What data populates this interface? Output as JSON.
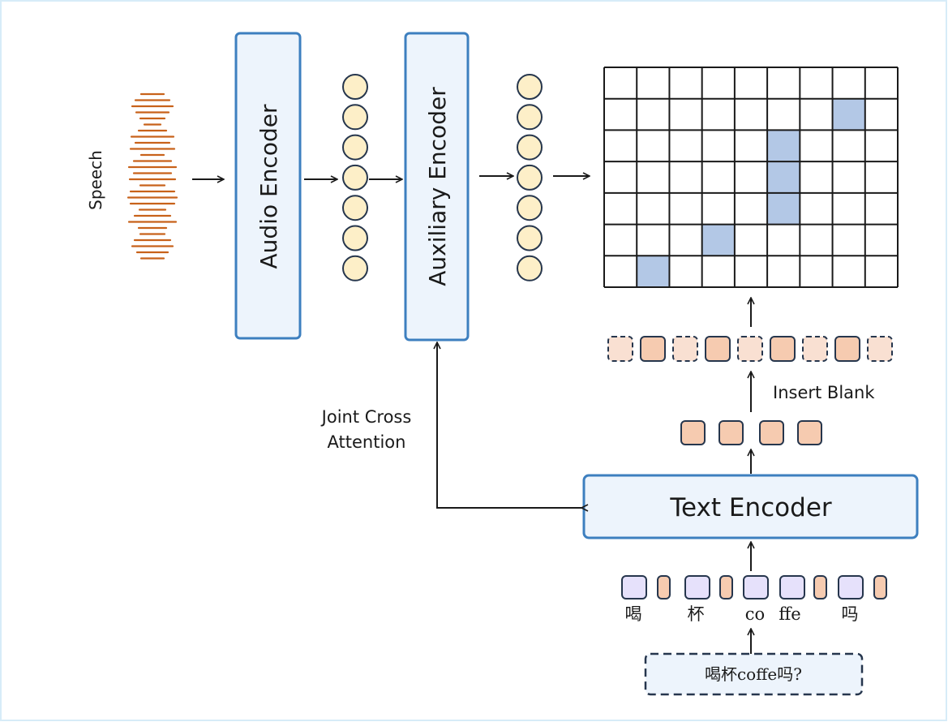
{
  "labels": {
    "speech": "Speech",
    "audio_encoder": "Audio Encoder",
    "auxiliary_encoder": "Auxiliary Encoder",
    "joint_cross_line1": "Joint Cross",
    "joint_cross_line2": "Attention",
    "insert_blank": "Insert Blank",
    "text_encoder": "Text Encoder",
    "input_text": "喝杯coffe吗?"
  },
  "tokens": [
    "喝",
    "杯",
    "co",
    "ffe",
    "吗"
  ],
  "alignment": {
    "rows": 7,
    "cols": 9,
    "highlighted": [
      [
        1,
        7
      ],
      [
        2,
        5
      ],
      [
        3,
        5
      ],
      [
        4,
        5
      ],
      [
        5,
        3
      ],
      [
        6,
        1
      ]
    ]
  },
  "colors": {
    "frame_border": "#d7ecf8",
    "box_stroke": "#3d7fbf",
    "box_fill": "#edf4fc",
    "node_fill": "#fdefc8",
    "node_stroke": "#26364d",
    "wave": "#c8621a",
    "grid_highlight": "#b3c8e6",
    "token_orange": "#f6cbb0",
    "token_orange_light": "#f9e0d2",
    "token_purple": "#e6e1fb"
  }
}
